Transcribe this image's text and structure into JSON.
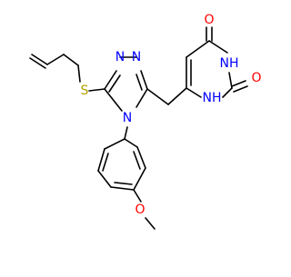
{
  "molecule": {
    "atom_labels": {
      "O1": "O",
      "O2": "O",
      "NH1": "NH",
      "NH2": "NH",
      "N1": "N",
      "N2": "N",
      "N3": "N",
      "S": "S",
      "O3": "O"
    },
    "colors": {
      "bond": "#000000",
      "O": "#ff0000",
      "N": "#0000ff",
      "S": "#b3a000"
    }
  }
}
